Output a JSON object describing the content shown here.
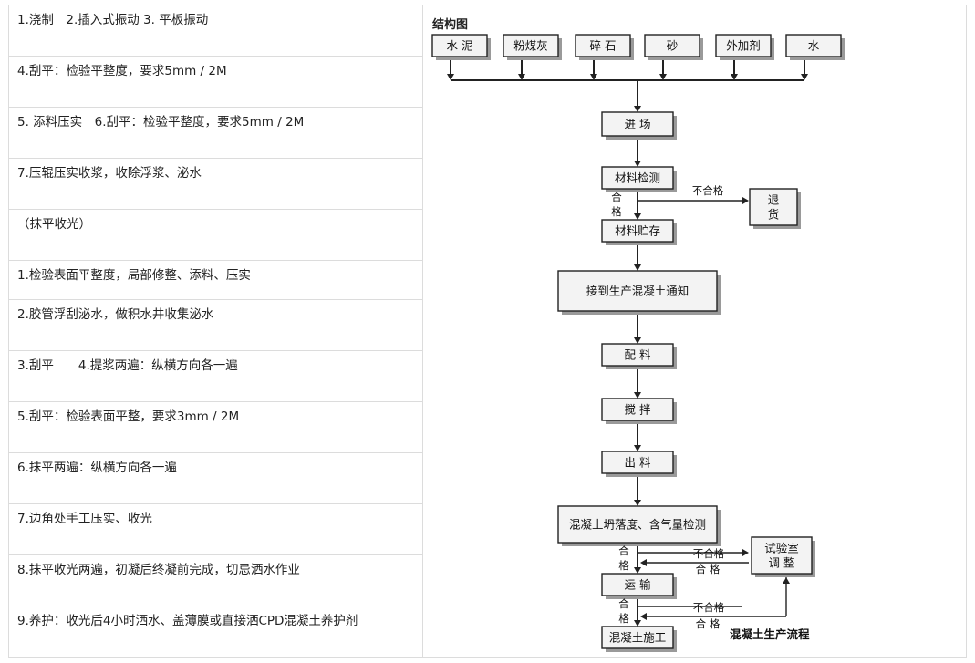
{
  "steps": [
    "1.浇制　2.插入式振动 3. 平板振动",
    "4.刮平：检验平整度，要求5mm / 2M",
    "5. 添料压实　6.刮平：检验平整度，要求5mm / 2M",
    "7.压辊压实收浆，收除浮浆、泌水",
    "（抹平收光）",
    "1.检验表面平整度，局部修整、添料、压实",
    "2.胶管浮刮泌水，做积水井收集泌水",
    "3.刮平　　4.提浆两遍：纵横方向各一遍",
    "5.刮平：检验表面平整，要求3mm / 2M",
    "6.抹平两遍：纵横方向各一遍",
    "7.边角处手工压实、收光",
    "8.抹平收光两遍，初凝后终凝前完成，切忌洒水作业",
    " 9.养护：收光后4小时洒水、盖薄膜或直接洒CPD混凝土养护剂"
  ],
  "diagram": {
    "heading": "结构图",
    "materials": [
      "水 泥",
      "粉煤灰",
      "碎 石",
      "砂",
      "外加剂",
      "水"
    ],
    "entry": "进 场",
    "inspect": "材料检测",
    "reject": "退\n货",
    "store": "材料贮存",
    "notice": "接到生产混凝土通知",
    "batch": "配 料",
    "mix": "搅 拌",
    "discharge": "出 料",
    "slump": "混凝土坍落度、含气量检测",
    "lab": "试验室\n调 整",
    "transport": "运 输",
    "placing": "混凝土施工",
    "pass": "合\n格",
    "fail": "不合格",
    "pass_inline": "合 格",
    "caption": "混凝土生产流程"
  }
}
